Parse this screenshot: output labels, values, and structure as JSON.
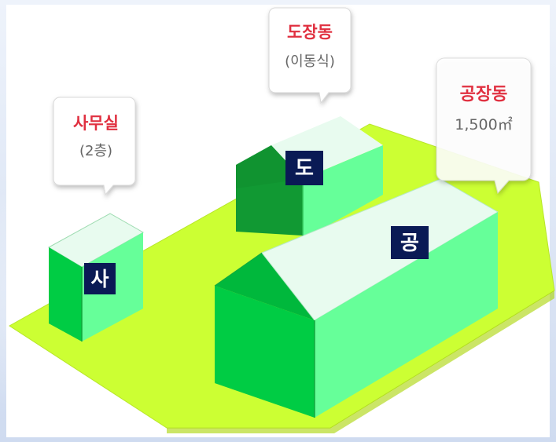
{
  "colors": {
    "frame": "#d9e3f4",
    "ground": "#ccff33",
    "building_light": "#66ff99",
    "building_mid": "#00cc44",
    "building_dark": "#119933",
    "roof": "#e8fbef",
    "label_red": "#e03040",
    "label_gray": "#666666",
    "tag_bg": "#0a1a55",
    "tag_text": "#ffffff"
  },
  "callouts": {
    "office": {
      "title": "사무실",
      "detail": "(2층)"
    },
    "paint_shop": {
      "title": "도장동",
      "detail": "(이동식)"
    },
    "factory": {
      "title": "공장동",
      "detail": "1,500㎡"
    }
  },
  "tags": {
    "office": "사",
    "paint_shop": "도",
    "factory": "공"
  }
}
